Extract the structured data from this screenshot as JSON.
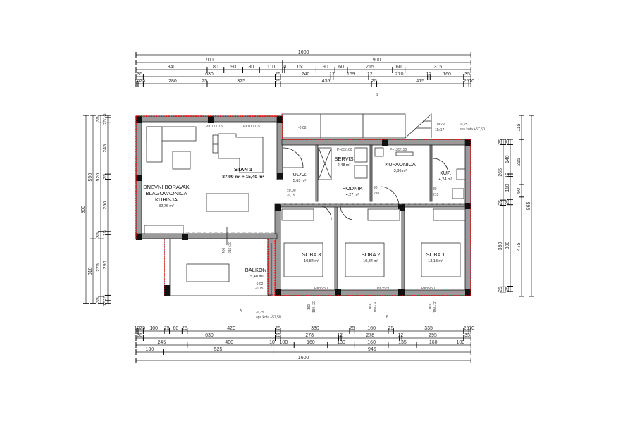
{
  "dimensions": {
    "top_rows": [
      [
        1600
      ],
      [
        700,
        900
      ],
      [
        340,
        80,
        90,
        80,
        110,
        10,
        150,
        90,
        60,
        215,
        60,
        315
      ],
      [
        35,
        630,
        25,
        240,
        12,
        169,
        12,
        270,
        12,
        160,
        35
      ],
      [
        10,
        25,
        280,
        25,
        325,
        25,
        435,
        25,
        415,
        25,
        10
      ]
    ],
    "bottom_rows": [
      [
        10,
        25,
        100,
        25,
        60,
        25,
        420,
        25,
        330,
        25,
        160,
        25,
        335,
        25,
        10
      ],
      [
        35,
        630,
        25,
        278,
        12,
        278,
        12,
        295,
        35
      ],
      [
        245,
        400,
        10,
        100,
        160,
        130,
        160,
        135,
        160,
        100
      ],
      [
        130,
        525,
        945
      ],
      [
        1600
      ]
    ],
    "left_cols": [
      [
        900
      ],
      [
        590,
        310
      ],
      [
        35,
        520,
        35,
        275,
        35
      ],
      [
        10,
        25,
        245,
        25,
        250,
        15,
        290,
        25,
        15
      ]
    ],
    "right_cols": [
      [
        25,
        265,
        25,
        390,
        25
      ],
      [
        25,
        140,
        12,
        110,
        25,
        390,
        25
      ],
      [
        115,
        215,
        60,
        475
      ],
      [
        865
      ]
    ]
  },
  "apartment": {
    "name": "STAN 1",
    "area": "87,99 m² + 15,40 m²"
  },
  "rooms": {
    "living": {
      "name1": "DNEVNI BORAVAK",
      "name2": "BLAGOVAONICA",
      "name3": "KUHINJA",
      "area": "32,76 m²"
    },
    "entrance": {
      "name": "ULAZ",
      "area": "5,63 m²"
    },
    "service": {
      "name": "SERVIS",
      "area": "2,48 m²"
    },
    "bathroom": {
      "name": "KUPAONICA",
      "area": "3,86 m²"
    },
    "bath2": {
      "name": "KUP.",
      "area": "4,24 m²"
    },
    "hall": {
      "name": "HODNIK",
      "area": "4,27 m²"
    },
    "room3": {
      "name": "SOBA 3",
      "area": "10,84 m²"
    },
    "room2": {
      "name": "SOBA 2",
      "area": "10,84 m²"
    },
    "room1": {
      "name": "SOBA 1",
      "area": "13,13 m²"
    },
    "balcony": {
      "name": "BALKON",
      "area": "15,40 m²"
    }
  },
  "annotations": {
    "window_living_1": "P=100/115",
    "window_living_2": "P=100/115",
    "window_service": "P=85/100",
    "window_bath": "P=135/150",
    "window_rooms": "P=35/50",
    "door_80_210": "80\n210",
    "door_90": "90",
    "door_210": "210",
    "door_80": "80",
    "stairs_1": "10x29",
    "stairs_2": "11x17",
    "level_entry_1": "-0,08",
    "level_ulaz_1": "±0,00",
    "level_ulaz_2": "-0,15",
    "level_balcony_1": "-0,02",
    "level_balcony_2": "-0,15",
    "level_outside_1": "-0,25",
    "level_outside_2": "aps.kota +57,50",
    "section_label": "B",
    "section_label_a": "A",
    "balcony_door": "400",
    "balcony_door_2": "215+20",
    "window_height": "160",
    "window_height_2": "180+20"
  },
  "colors": {
    "wall": "#9a9a9a",
    "boundary": "#e00000",
    "column": "#111111"
  }
}
